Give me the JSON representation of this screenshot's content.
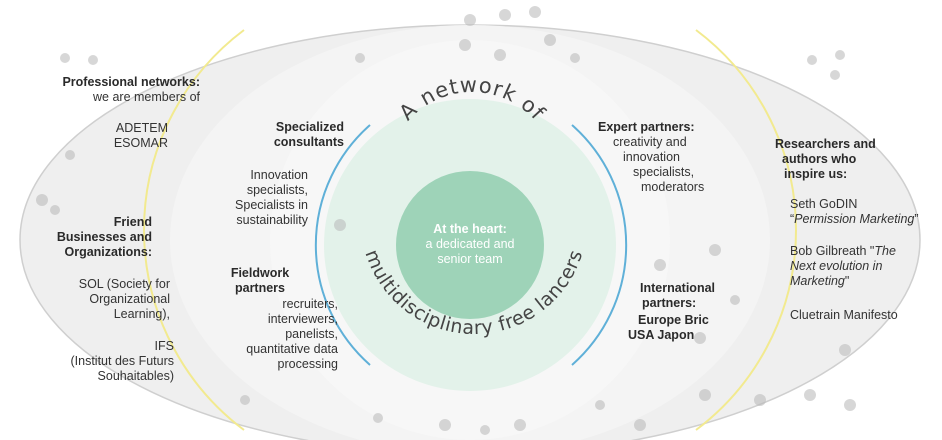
{
  "colors": {
    "yellow_arc": "#f2ea8f",
    "blue_arc": "#5fb0d8",
    "green_core": "#9ed3b8",
    "green_ring": "#e3f2ea",
    "band_gray": "#ececec",
    "outer_gray": "#cfcfcf"
  },
  "center": {
    "heading": "At the heart:",
    "line1": "a dedicated and",
    "line2": "senior team"
  },
  "arc_text": {
    "top": "A network of",
    "bottom": "multidisciplinary free lancers"
  },
  "left_outer": {
    "professional": {
      "title": "Professional networks:",
      "subtitle": "we are members of",
      "members": [
        "ADETEM",
        "ESOMAR"
      ]
    },
    "friends": {
      "title_lines": [
        "Friend",
        "Businesses and",
        "Organizations:"
      ],
      "sol_lines": [
        "SOL (Society for",
        "Organizational",
        "Learning),"
      ],
      "ifs_lines": [
        "IFS",
        "(Institut des Futurs",
        "Souhaitables)"
      ]
    }
  },
  "left_inner": {
    "consultants": {
      "title_lines": [
        "Specialized",
        "consultants"
      ],
      "body_lines": [
        "Innovation",
        "specialists,",
        "Specialists in",
        "sustainability"
      ]
    },
    "fieldwork": {
      "title_lines": [
        "Fieldwork",
        "partners"
      ],
      "body_lines": [
        "recruiters,",
        "interviewers,",
        "panelists,",
        "quantitative data",
        "processing"
      ]
    }
  },
  "right_inner": {
    "expert": {
      "title": "Expert partners:",
      "body_lines": [
        "creativity and",
        "innovation",
        "specialists,",
        "moderators"
      ]
    },
    "international": {
      "title_lines": [
        "International",
        "partners:"
      ],
      "body_lines": [
        "Europe Bric",
        "USA Japon"
      ]
    }
  },
  "right_outer": {
    "researchers": {
      "title_lines": [
        "Researchers and",
        "authors who",
        "inspire us:"
      ],
      "godin_name": "Seth GoDIN",
      "godin_work": "Permission Marketing",
      "gilbreath_name": "Bob Gilbreath \"",
      "gilbreath_work_1": "The",
      "gilbreath_work_2": "Next evolution in",
      "gilbreath_work_3": "Marketing",
      "cluetrain": "Cluetrain Manifesto"
    }
  }
}
